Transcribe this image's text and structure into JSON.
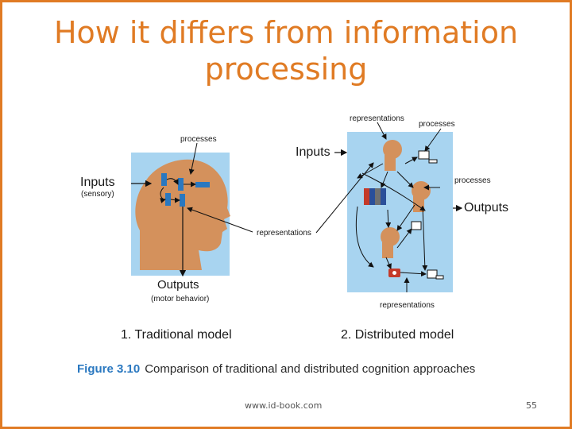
{
  "slide": {
    "title_line1": "How it differs from information",
    "title_line2": "processing",
    "footer_url": "www.id-book.com",
    "page_number": "55"
  },
  "figure": {
    "traditional": {
      "processes": "processes",
      "inputs": "Inputs",
      "inputs_sub": "(sensory)",
      "representations": "representations",
      "outputs": "Outputs",
      "outputs_sub": "(motor behavior)",
      "model_label": "1. Traditional model"
    },
    "distributed": {
      "representations_top": "representations",
      "processes_top": "processes",
      "inputs": "Inputs",
      "processes_right": "processes",
      "outputs": "Outputs",
      "representations_bottom": "representations",
      "model_label": "2. Distributed model"
    },
    "caption_figure": "Figure 3.10",
    "caption_text": "Comparison of traditional and distributed cognition approaches"
  },
  "colors": {
    "accent": "#e07b24",
    "panel": "#a8d4f0",
    "head": "#d4915c",
    "block": "#2a78c0"
  }
}
